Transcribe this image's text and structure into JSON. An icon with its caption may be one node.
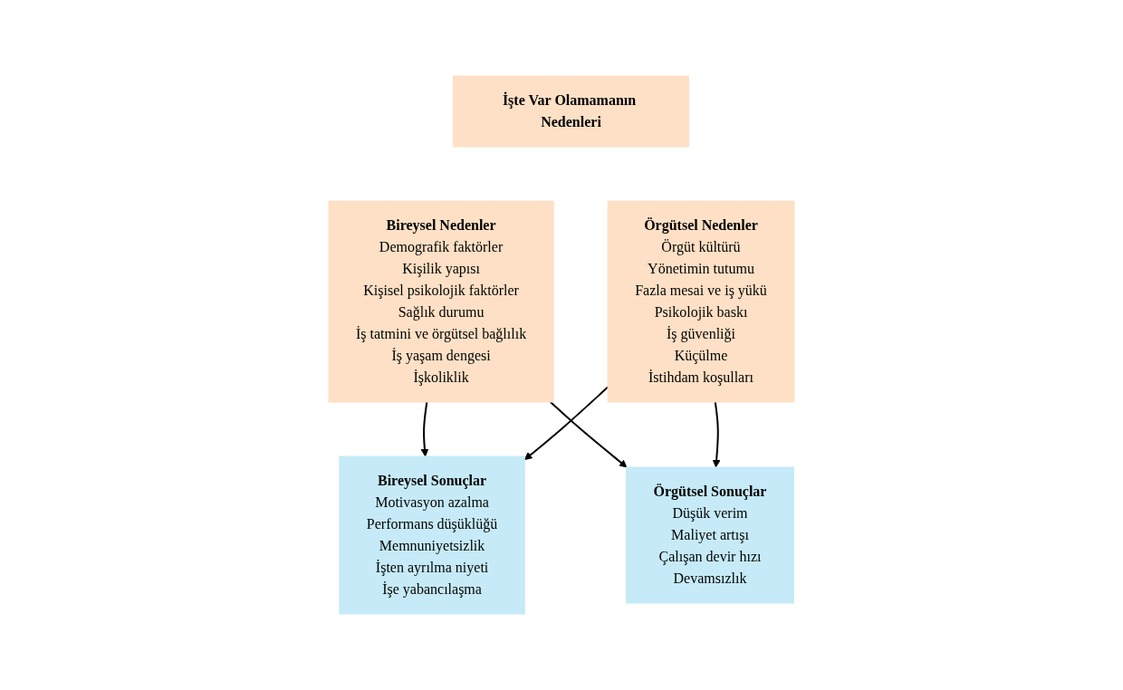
{
  "diagram": {
    "nodes": [
      {
        "text": [
          "İşte Var Olamamanın Nedenleri"
        ]
      },
      {
        "text": [
          "Bireysel Nedenler",
          "Demografik faktörler",
          "Kişilik yapısı",
          "Kişisel psikolojik faktörler",
          "Sağlık durumu",
          "İş tatmini ve örgütsel bağlılık",
          "İş yaşam dengesi",
          "İşkoliklik"
        ]
      },
      {
        "text": [
          "Örgütsel Nedenler",
          "Örgüt kültürü",
          "Yönetimin tutumu",
          "Fazla mesai ve iş yükü",
          "Psikolojik baskı",
          "İş güvenliği",
          "Küçülme",
          "İstihdam koşulları"
        ]
      },
      {
        "text": [
          "Bireysel Sonuçlar",
          "Motivasyon azalma",
          "Performans düşüklüğü",
          "Memnuniyetsizlik",
          "İşten ayrılma niyeti",
          "İşe yabancılaşma"
        ]
      },
      {
        "text": [
          "Örgütsel Sonuçlar",
          "Düşük verim",
          "Maliyet artışı",
          "Çalışan devir hızı",
          "Devamsızlık"
        ]
      }
    ],
    "edges": [
      {
        "from": 1,
        "to": 3,
        "arrow": "to"
      },
      {
        "from": 1,
        "to": 4,
        "arrow": "to"
      },
      {
        "from": 2,
        "to": 3,
        "arrow": "to"
      },
      {
        "from": 2,
        "to": 4,
        "arrow": "to"
      }
    ]
  }
}
